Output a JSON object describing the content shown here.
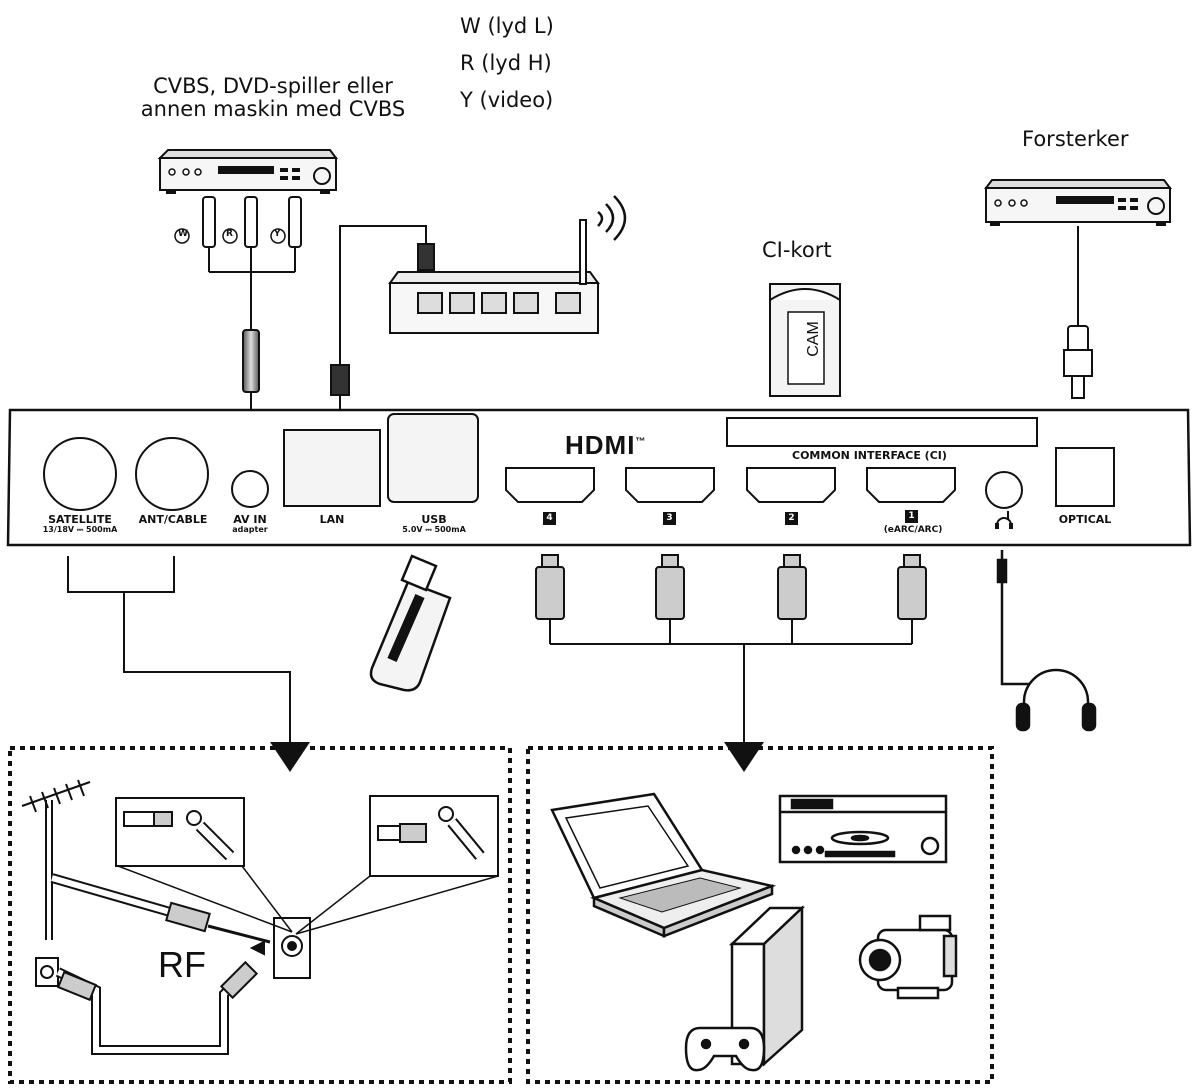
{
  "labels": {
    "audio_video_lines": [
      "W (lyd L)",
      "R (lyd H)",
      "Y (video)"
    ],
    "cvbs_source": [
      "CVBS, DVD-spiller eller",
      "annen maskin med CVBS"
    ],
    "amplifier": "Forsterker",
    "ci_card": "CI-kort",
    "cam": "CAM",
    "rf": "RF",
    "rca_letters": [
      "W",
      "R",
      "Y"
    ]
  },
  "panel": {
    "hdmi_logo": "HDMI",
    "hdmi_tm": "™",
    "common_interface": "COMMON INTERFACE (CI)",
    "ports": {
      "satellite": "SATELLITE",
      "satellite_sub": "13/18V ⎓ 500mA",
      "ant_cable": "ANT/CABLE",
      "av_in": "AV IN",
      "av_in_sub": "adapter",
      "lan": "LAN",
      "usb": "USB",
      "usb_sub": "5.0V ⎓ 500mA",
      "hdmi4": "4",
      "hdmi3": "3",
      "hdmi2": "2",
      "hdmi1": "1",
      "hdmi1_sub": "(eARC/ARC)",
      "optical": "OPTICAL"
    }
  },
  "colors": {
    "line": "#111111",
    "device": "#f4f4f4",
    "shade": "#bdbdbd"
  },
  "icons": [
    "dvd-player-icon",
    "router-icon",
    "ci-card-icon",
    "amplifier-icon",
    "usb-stick-icon",
    "headphones-icon",
    "antenna-icon",
    "wall-socket-icon",
    "laptop-icon",
    "blu-ray-player-icon",
    "game-console-icon",
    "gamepad-icon",
    "camcorder-icon",
    "headphone-jack-icon"
  ]
}
